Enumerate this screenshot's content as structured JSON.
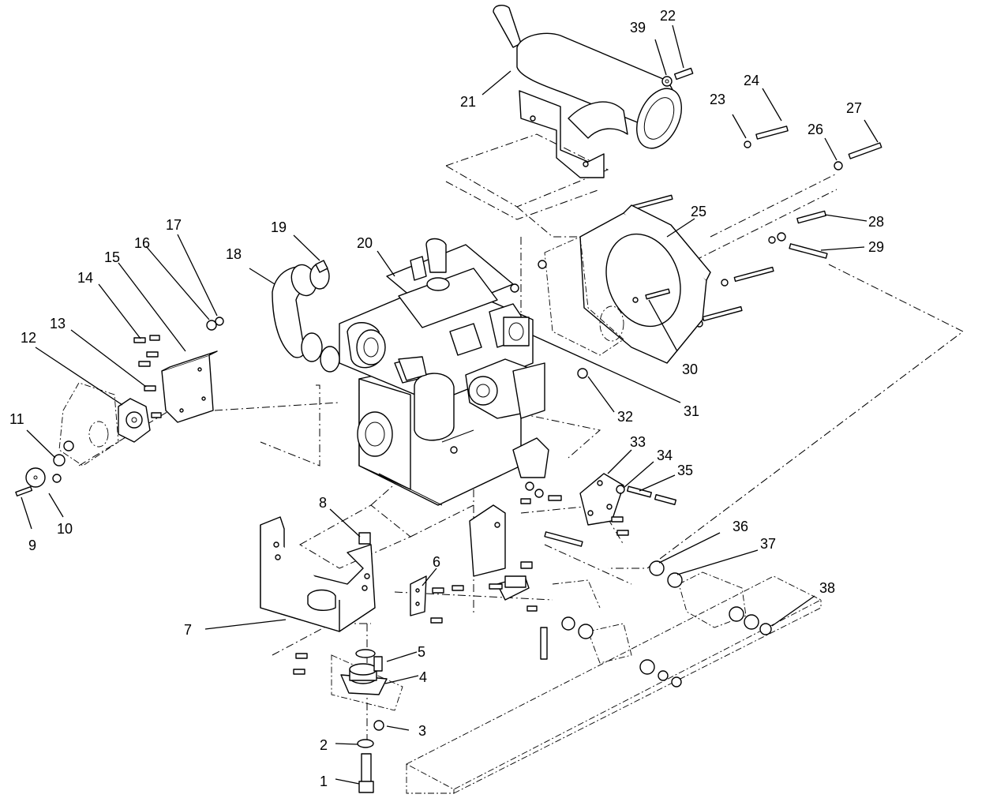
{
  "callouts": [
    {
      "id": "1",
      "label": "1"
    },
    {
      "id": "2",
      "label": "2"
    },
    {
      "id": "3",
      "label": "3"
    },
    {
      "id": "4",
      "label": "4"
    },
    {
      "id": "5",
      "label": "5"
    },
    {
      "id": "6",
      "label": "6"
    },
    {
      "id": "7",
      "label": "7"
    },
    {
      "id": "8",
      "label": "8"
    },
    {
      "id": "9",
      "label": "9"
    },
    {
      "id": "10",
      "label": "10"
    },
    {
      "id": "11",
      "label": "11"
    },
    {
      "id": "12",
      "label": "12"
    },
    {
      "id": "13",
      "label": "13"
    },
    {
      "id": "14",
      "label": "14"
    },
    {
      "id": "15",
      "label": "15"
    },
    {
      "id": "16",
      "label": "16"
    },
    {
      "id": "17",
      "label": "17"
    },
    {
      "id": "18",
      "label": "18"
    },
    {
      "id": "19",
      "label": "19"
    },
    {
      "id": "20",
      "label": "20"
    },
    {
      "id": "21",
      "label": "21"
    },
    {
      "id": "22",
      "label": "22"
    },
    {
      "id": "23",
      "label": "23"
    },
    {
      "id": "24",
      "label": "24"
    },
    {
      "id": "25",
      "label": "25"
    },
    {
      "id": "26",
      "label": "26"
    },
    {
      "id": "27",
      "label": "27"
    },
    {
      "id": "28",
      "label": "28"
    },
    {
      "id": "29",
      "label": "29"
    },
    {
      "id": "30",
      "label": "30"
    },
    {
      "id": "31",
      "label": "31"
    },
    {
      "id": "32",
      "label": "32"
    },
    {
      "id": "33",
      "label": "33"
    },
    {
      "id": "34",
      "label": "34"
    },
    {
      "id": "35",
      "label": "35"
    },
    {
      "id": "36",
      "label": "36"
    },
    {
      "id": "37",
      "label": "37"
    },
    {
      "id": "38",
      "label": "38"
    },
    {
      "id": "39",
      "label": "39"
    }
  ]
}
